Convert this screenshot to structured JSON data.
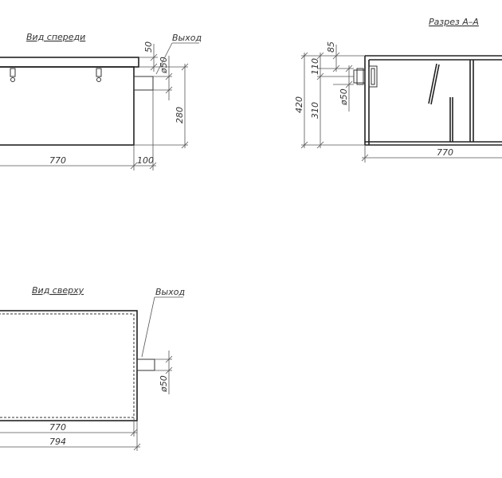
{
  "front_view": {
    "title": "Вид спереди",
    "outlet_label": "Выход",
    "dims": {
      "lid": "50",
      "pipe_dia": "ø50",
      "height": "280",
      "length": "770",
      "pipe_len": "100"
    }
  },
  "section_view": {
    "title": "Разрез А–А",
    "dims": {
      "top": "85",
      "pipe_center": "110",
      "pipe_dia": "ø50",
      "overall": "420",
      "lower": "310",
      "length": "770"
    }
  },
  "top_view": {
    "title": "Вид сверху",
    "outlet_label": "Выход",
    "dims": {
      "pipe_dia": "ø50",
      "inner_length": "770",
      "outer_length": "794"
    }
  }
}
